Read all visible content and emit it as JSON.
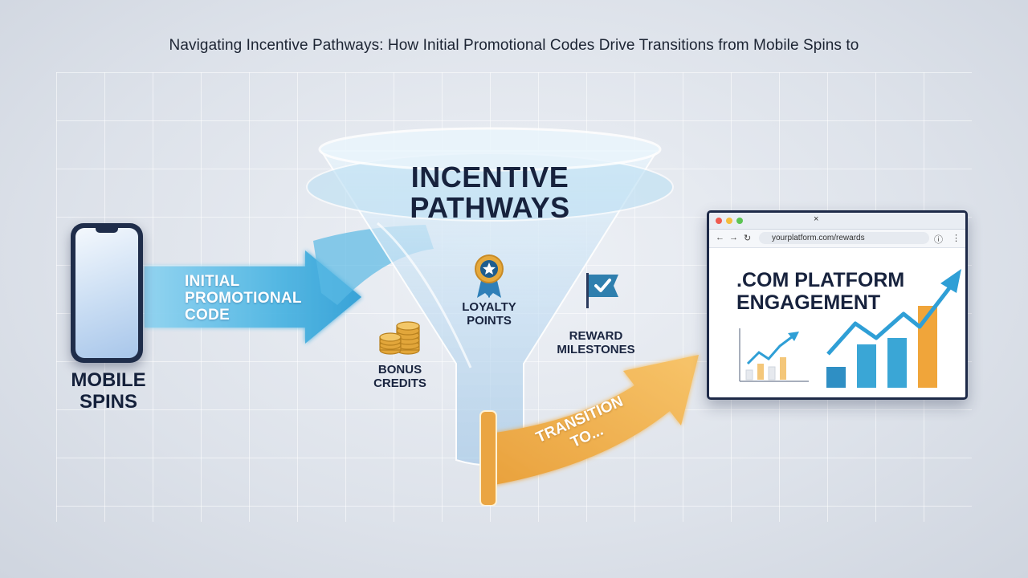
{
  "title": "Navigating Incentive Pathways: How Initial Promotional Codes Drive Transitions from Mobile Spins to",
  "mobile": {
    "label_line1": "MOBILE",
    "label_line2": "SPINS"
  },
  "promo_arrow": {
    "line1": "INITIAL",
    "line2": "PROMOTIONAL",
    "line3": "CODE"
  },
  "funnel": {
    "line1": "INCENTIVE",
    "line2": "PATHWAYS"
  },
  "incentives": {
    "loyalty": {
      "line1": "LOYALTY",
      "line2": "POINTS",
      "icon": "ribbon-star-icon"
    },
    "bonus": {
      "line1": "BONUS",
      "line2": "CREDITS",
      "icon": "coin-stack-icon"
    },
    "milestones": {
      "line1": "REWARD",
      "line2": "MILESTONES",
      "icon": "checkered-flag-icon"
    }
  },
  "transition_arrow": {
    "line1": "TRANSITION",
    "line2": "TO..."
  },
  "browser": {
    "url": "yourplatform.com/rewards",
    "tab_close": "×",
    "heading_line1": ".COM PLATFORM",
    "heading_line2": "ENGAGEMENT"
  },
  "colors": {
    "blue_arrow": "#4fb6e3",
    "orange_arrow": "#f0a53a",
    "navy": "#17223d",
    "bar_blue": "#3a9ed0",
    "bar_orange": "#f0a53a"
  }
}
